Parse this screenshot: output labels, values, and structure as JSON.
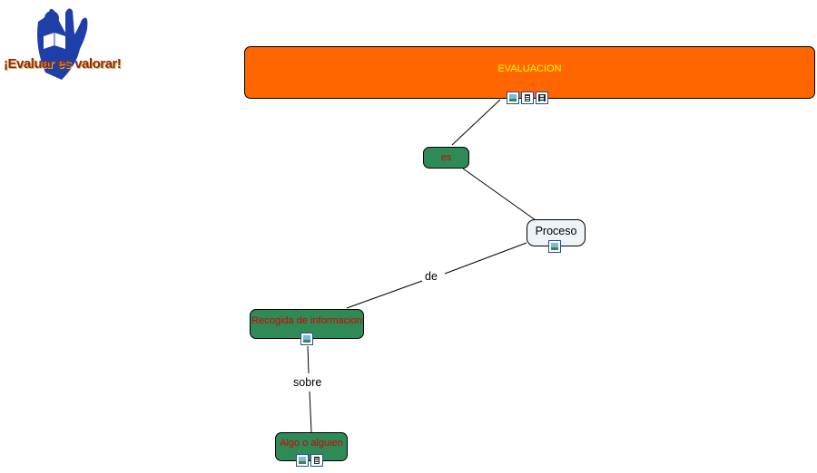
{
  "logo": {
    "text": "¡Evaluar es valorar!",
    "icon": "hand-reading-book-icon"
  },
  "colors": {
    "root_fill": "#ff6600",
    "root_text": "#ffff00",
    "green_fill": "#2e8b57",
    "green_text": "#d40000",
    "concept_fill": "#eef3f8"
  },
  "concept_map": {
    "nodes": {
      "evaluacion": {
        "label": "EVALUACION",
        "icons": [
          "image-icon",
          "document-icon",
          "video-icon"
        ]
      },
      "es": {
        "label": "es",
        "icons": []
      },
      "proceso": {
        "label": "Proceso",
        "icons": [
          "image-icon"
        ]
      },
      "recogida": {
        "label": "Recogida de informacion",
        "icons": [
          "image-icon"
        ]
      },
      "algo": {
        "label": "Algo o alguien",
        "icons": [
          "image-icon",
          "document-icon"
        ]
      }
    },
    "links": {
      "de": "de",
      "sobre": "sobre"
    }
  }
}
